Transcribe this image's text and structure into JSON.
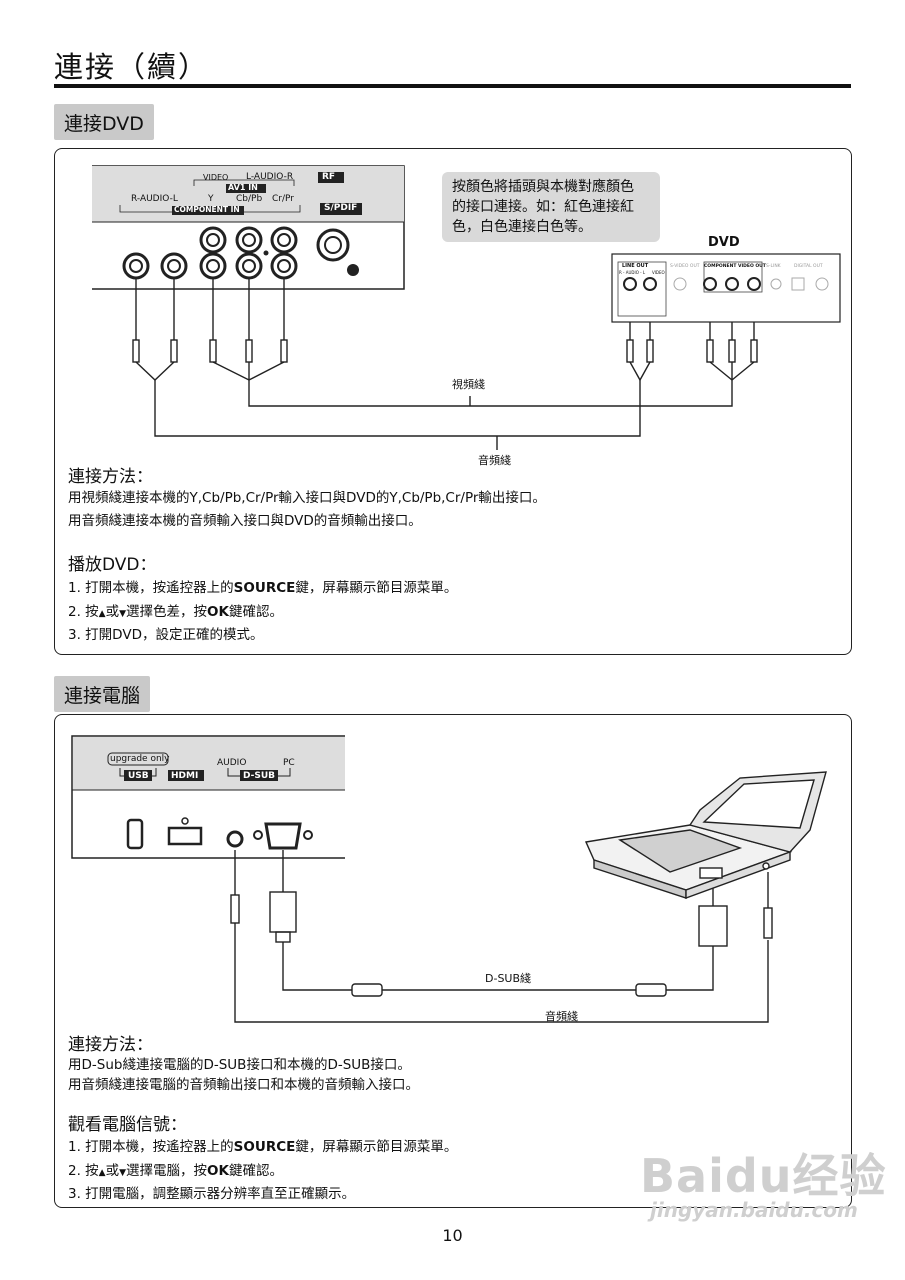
{
  "page": {
    "title": "連接（續）",
    "page_number": "10"
  },
  "dvd_section": {
    "label": "連接DVD",
    "tv_panel": {
      "video": "VIDEO",
      "l_audio_r": "L-AUDIO-R",
      "av1_in": "AV1 IN",
      "r_audio_l": "R-AUDIO-L",
      "y": "Y",
      "cb_pb": "Cb/Pb",
      "cr_pr": "Cr/Pr",
      "component_in": "COMPONENT IN",
      "rf": "RF",
      "spdif": "S/PDIF"
    },
    "note": [
      "按顏色將插頭與本機對應顏色",
      "的接口連接。如：紅色連接紅",
      "色，白色連接白色等。"
    ],
    "dvd_label": "DVD",
    "dvd_panel": {
      "line_out": "LINE OUT",
      "audio": "R - AUDIO - L",
      "video": "VIDEO",
      "s_video_out": "S-VIDEO OUT",
      "component_video_out": "COMPONENT VIDEO OUT",
      "s_link": "S-LINK",
      "digital_out": "DIGITAL OUT"
    },
    "video_cable": "視頻綫",
    "audio_cable": "音頻綫",
    "method_heading": "連接方法：",
    "method_lines": [
      "用視頻綫連接本機的Y,Cb/Pb,Cr/Pr輸入接口與DVD的Y,Cb/Pb,Cr/Pr輸出接口。",
      "用音頻綫連接本機的音頻輸入接口與DVD的音頻輸出接口。"
    ],
    "play_heading": "播放DVD：",
    "step1_a": "1. 打開本機，按遙控器上的",
    "step1_b": "SOURCE",
    "step1_c": "鍵，屏幕顯示節目源菜單。",
    "step2_a": "2. 按",
    "step2_b": "或",
    "step2_c": "選擇色差，按",
    "step2_d": "OK",
    "step2_e": "鍵確認。",
    "step3": "3. 打開DVD，設定正確的模式。"
  },
  "pc_section": {
    "label": "連接電腦",
    "tv_panel": {
      "upgrade_only": "upgrade only",
      "usb": "USB",
      "hdmi": "HDMI",
      "audio": "AUDIO",
      "pc": "PC",
      "dsub": "D-SUB"
    },
    "dsub_cable": "D-SUB綫",
    "audio_cable": "音頻綫",
    "method_heading": "連接方法：",
    "method_lines": [
      "用D-Sub綫連接電腦的D-SUB接口和本機的D-SUB接口。",
      "用音頻綫連接電腦的音頻輸出接口和本機的音頻輸入接口。"
    ],
    "watch_heading": "觀看電腦信號：",
    "step1_a": "1. 打開本機，按遙控器上的",
    "step1_b": "SOURCE",
    "step1_c": "鍵，屏幕顯示節目源菜單。",
    "step2_a": "2. 按",
    "step2_b": "或",
    "step2_c": "選擇電腦，按",
    "step2_d": "OK",
    "step2_e": "鍵確認。",
    "step3": "3. 打開電腦，調整顯示器分辨率直至正確顯示。"
  },
  "watermark": {
    "text": "Baidu经验",
    "url": "jingyan.baidu.com"
  },
  "icons": [
    "up-arrow-icon",
    "down-arrow-icon",
    "rca-jack-icon",
    "vga-port-icon",
    "laptop-icon"
  ]
}
